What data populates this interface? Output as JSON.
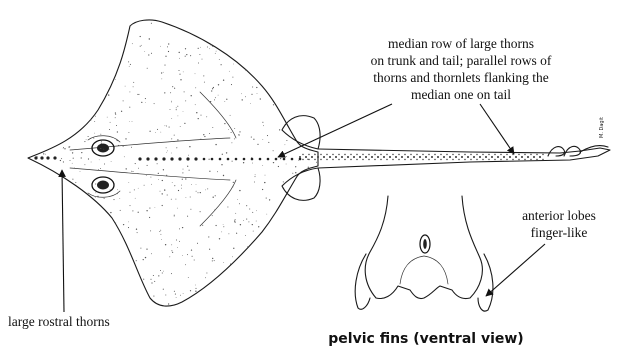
{
  "annotations": {
    "median_row": [
      "median row of large thorns",
      "on trunk and tail; parallel rows of",
      "thorns and thornlets flanking the",
      "median one on tail"
    ],
    "anterior_lobes": [
      "anterior lobes",
      "finger-like"
    ],
    "rostral": "large rostral thorns"
  },
  "caption": "pelvic fins (ventral view)",
  "signature": "M. Dagit"
}
